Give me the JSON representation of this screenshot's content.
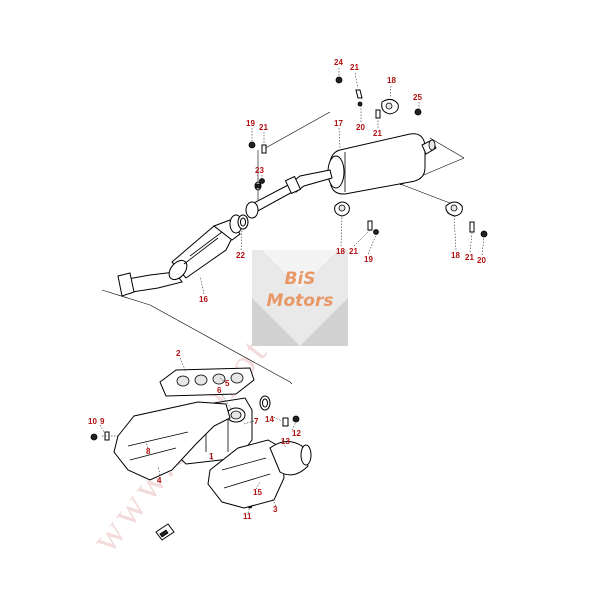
{
  "diagram": {
    "callouts": [
      {
        "id": "c24a",
        "text": "24"
      },
      {
        "id": "c21a",
        "text": "21"
      },
      {
        "id": "c18a",
        "text": "18"
      },
      {
        "id": "c20a",
        "text": "20"
      },
      {
        "id": "c21b",
        "text": "21"
      },
      {
        "id": "c25",
        "text": "25"
      },
      {
        "id": "c17",
        "text": "17"
      },
      {
        "id": "c19a",
        "text": "19"
      },
      {
        "id": "c21c",
        "text": "21"
      },
      {
        "id": "c23",
        "text": "23"
      },
      {
        "id": "c18b",
        "text": "18"
      },
      {
        "id": "c21d",
        "text": "21"
      },
      {
        "id": "c19b",
        "text": "19"
      },
      {
        "id": "c22",
        "text": "22"
      },
      {
        "id": "c16",
        "text": "16"
      },
      {
        "id": "c18c",
        "text": "18"
      },
      {
        "id": "c21e",
        "text": "21"
      },
      {
        "id": "c20b",
        "text": "20"
      },
      {
        "id": "c2",
        "text": "2"
      },
      {
        "id": "c5",
        "text": "5"
      },
      {
        "id": "c6",
        "text": "6"
      },
      {
        "id": "c7",
        "text": "7"
      },
      {
        "id": "c10",
        "text": "10"
      },
      {
        "id": "c9",
        "text": "9"
      },
      {
        "id": "c14",
        "text": "14"
      },
      {
        "id": "c12",
        "text": "12"
      },
      {
        "id": "c13",
        "text": "13"
      },
      {
        "id": "c8",
        "text": "8"
      },
      {
        "id": "c1",
        "text": "1"
      },
      {
        "id": "c4",
        "text": "4"
      },
      {
        "id": "c15",
        "text": "15"
      },
      {
        "id": "c11",
        "text": "11"
      },
      {
        "id": "c3",
        "text": "3"
      }
    ],
    "colors": {
      "callout": "#b01010",
      "logo_red": "#e06a30",
      "logo_grey": "#8a8a8a"
    }
  }
}
